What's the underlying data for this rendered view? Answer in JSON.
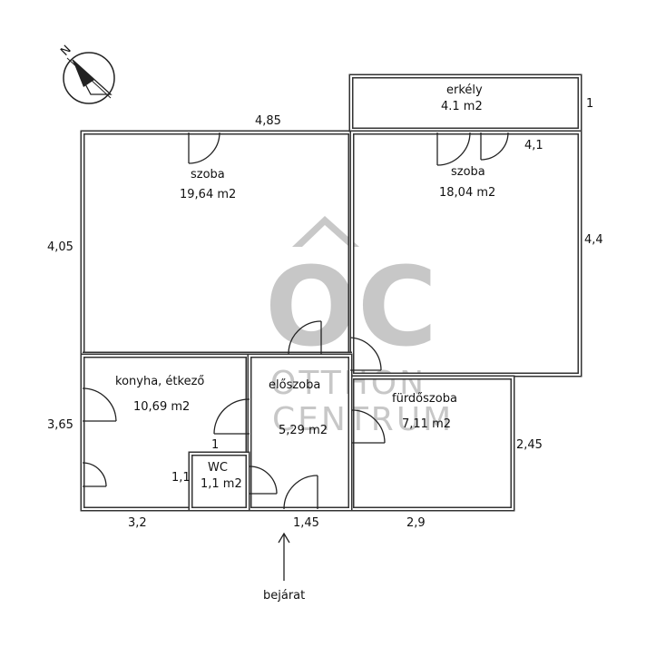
{
  "rooms": {
    "balcony": {
      "name": "erkély",
      "area": "4.1 m2"
    },
    "room_left": {
      "name": "szoba",
      "area": "19,64 m2"
    },
    "room_right": {
      "name": "szoba",
      "area": "18,04 m2"
    },
    "kitchen": {
      "name": "konyha, étkező",
      "area": "10,69 m2"
    },
    "hall": {
      "name": "előszoba",
      "area": "5,29 m2"
    },
    "bathroom": {
      "name": "fürdőszoba",
      "area": "7,11 m2"
    },
    "wc": {
      "name": "WC",
      "area": "1,1 m2"
    }
  },
  "dimensions": {
    "top_left_width": "4,85",
    "left_height": "4,05",
    "right_height": "4,4",
    "balcony_depth": "1",
    "right_room_small": "4,1",
    "kitchen_height": "3,65",
    "kitchen_width": "3,2",
    "entry_width": "1,45",
    "bath_width": "2,9",
    "bath_height": "2,45",
    "wc_width": "1",
    "wc_height": "1,1"
  },
  "entrance": {
    "label": "bejárat"
  },
  "watermark": {
    "logo": "OC",
    "line1": "OTTHON",
    "line2": "CENTRUM"
  },
  "compass": {
    "north": "N"
  }
}
